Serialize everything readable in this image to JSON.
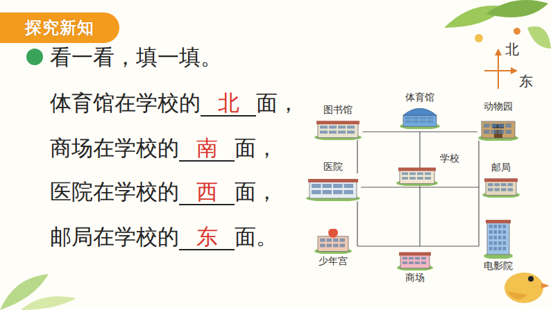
{
  "diagram": {
    "nodes": [
      {
        "text": [
          "图书馆"
        ]
      },
      {
        "text": [
          "体育馆"
        ]
      },
      {
        "text": [
          "动物园"
        ]
      },
      {
        "text": [
          "医院"
        ]
      },
      {
        "text": [
          "学校"
        ]
      },
      {
        "text": [
          "邮局"
        ]
      },
      {
        "text": [
          "少年宫"
        ]
      },
      {
        "text": [
          "商场"
        ]
      },
      {
        "text": [
          "电影院"
        ]
      }
    ],
    "edges": [
      {
        "from": 0,
        "to": 1,
        "arrow": "none"
      },
      {
        "from": 1,
        "to": 2,
        "arrow": "none"
      },
      {
        "from": 3,
        "to": 4,
        "arrow": "none"
      },
      {
        "from": 4,
        "to": 5,
        "arrow": "none"
      },
      {
        "from": 6,
        "to": 7,
        "arrow": "none"
      },
      {
        "from": 7,
        "to": 8,
        "arrow": "none"
      },
      {
        "from": 0,
        "to": 3,
        "arrow": "none"
      },
      {
        "from": 3,
        "to": 6,
        "arrow": "none"
      },
      {
        "from": 1,
        "to": 4,
        "arrow": "none"
      },
      {
        "from": 4,
        "to": 7,
        "arrow": "none"
      },
      {
        "from": 2,
        "to": 5,
        "arrow": "none"
      },
      {
        "from": 5,
        "to": 8,
        "arrow": "none"
      }
    ],
    "labels": [
      "探究新知",
      "看一看，填一填。",
      "体育馆在学校的",
      "北",
      "面，",
      "商场在学校的",
      "南",
      "面，",
      "医院在学校的",
      "西",
      "面，",
      "邮局在学校的",
      "东",
      "面。",
      "北",
      "东"
    ]
  }
}
